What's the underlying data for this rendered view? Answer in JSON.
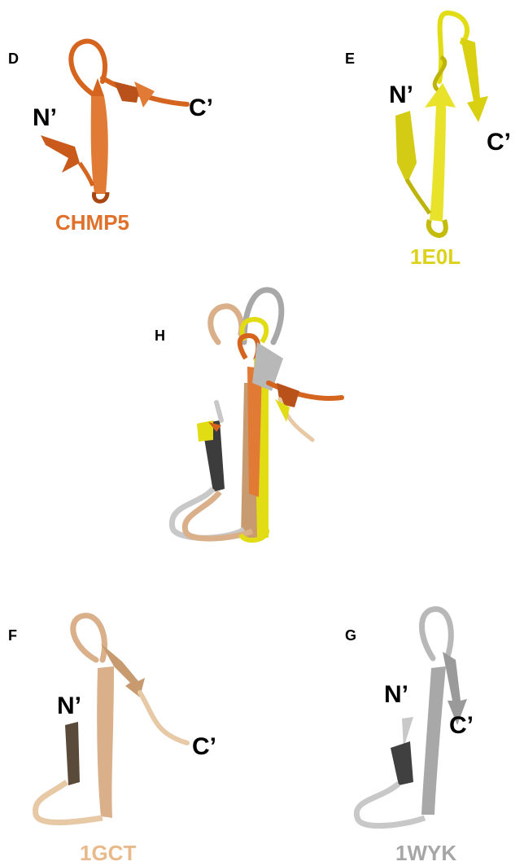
{
  "panels": {
    "D": {
      "letter": "D",
      "name": "CHMP5",
      "n_term": "N’",
      "c_term": "C’",
      "color": "#e0702a"
    },
    "E": {
      "letter": "E",
      "name": "1E0L",
      "n_term": "N’",
      "c_term": "C’",
      "color": "#e6dc1a"
    },
    "H": {
      "letter": "H"
    },
    "F": {
      "letter": "F",
      "name": "1GCT",
      "n_term": "N’",
      "c_term": "C’",
      "color": "#e8b98a"
    },
    "G": {
      "letter": "G",
      "name": "1WYK",
      "n_term": "N’",
      "c_term": "C’",
      "color": "#a6a6a6"
    }
  },
  "colors": {
    "chmp5": "#d4641e",
    "e0l": "#e2dc14",
    "gct": "#d9b08a",
    "wyk": "#a8a8a8",
    "wyk_dark": "#404040"
  }
}
